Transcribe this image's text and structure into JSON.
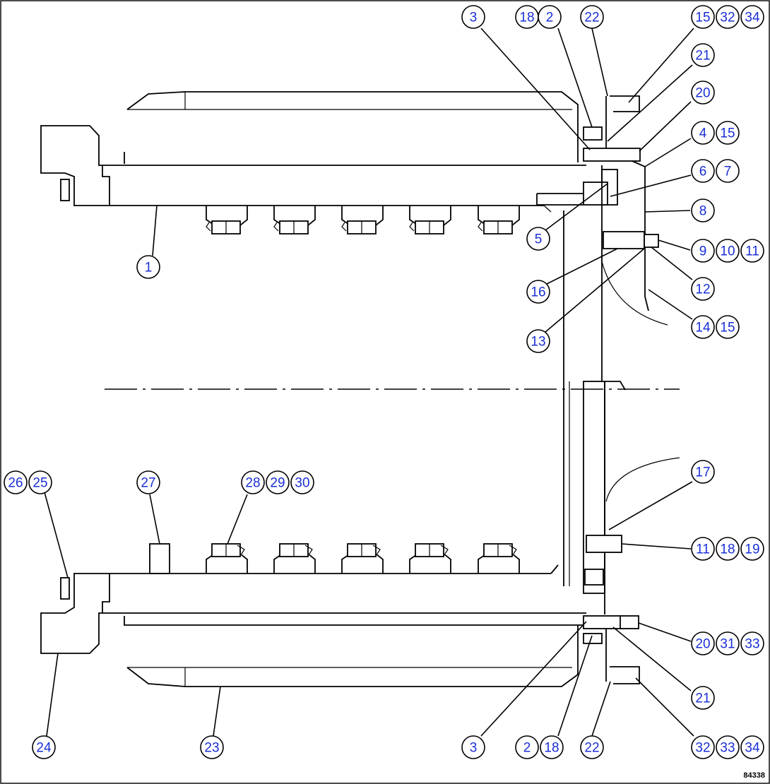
{
  "callouts": [
    {
      "label": "3"
    },
    {
      "label": "18"
    },
    {
      "label": "2"
    },
    {
      "label": "22"
    },
    {
      "label": "15"
    },
    {
      "label": "32"
    },
    {
      "label": "34"
    },
    {
      "label": "21"
    },
    {
      "label": "20"
    },
    {
      "label": "4"
    },
    {
      "label": "15"
    },
    {
      "label": "6"
    },
    {
      "label": "7"
    },
    {
      "label": "8"
    },
    {
      "label": "5"
    },
    {
      "label": "9"
    },
    {
      "label": "10"
    },
    {
      "label": "11"
    },
    {
      "label": "1"
    },
    {
      "label": "16"
    },
    {
      "label": "12"
    },
    {
      "label": "14"
    },
    {
      "label": "15"
    },
    {
      "label": "13"
    },
    {
      "label": "26"
    },
    {
      "label": "25"
    },
    {
      "label": "27"
    },
    {
      "label": "28"
    },
    {
      "label": "29"
    },
    {
      "label": "30"
    },
    {
      "label": "17"
    },
    {
      "label": "11"
    },
    {
      "label": "18"
    },
    {
      "label": "19"
    },
    {
      "label": "20"
    },
    {
      "label": "31"
    },
    {
      "label": "33"
    },
    {
      "label": "21"
    },
    {
      "label": "24"
    },
    {
      "label": "23"
    },
    {
      "label": "3"
    },
    {
      "label": "2"
    },
    {
      "label": "18"
    },
    {
      "label": "22"
    },
    {
      "label": "32"
    },
    {
      "label": "33"
    },
    {
      "label": "34"
    }
  ],
  "drawing_code": "84338"
}
